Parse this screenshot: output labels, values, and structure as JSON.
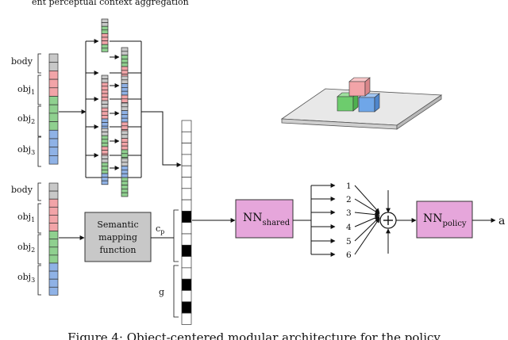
{
  "header_fragment": "ent perceptual context aggregation",
  "state_labels": {
    "body": "body",
    "obj": "obj",
    "sub1": "1",
    "sub2": "2",
    "sub3": "3"
  },
  "semantic_box": {
    "line1": "Semantic",
    "line2": "mapping",
    "line3": "function"
  },
  "cp_label": "c",
  "cp_sub": "p",
  "g_label": "g",
  "nn_shared": {
    "main": "NN",
    "sub": "shared"
  },
  "nn_policy": {
    "main": "NN",
    "sub": "policy"
  },
  "module_outputs": [
    "1",
    "2",
    "3",
    "4",
    "5",
    "6"
  ],
  "sum_symbol": "+",
  "action_label": "a",
  "caption": "Figure 4: Object-centered modular architecture for the policy",
  "colors": {
    "body": "#c8c8c8",
    "obj1": "#f2a4a8",
    "obj2": "#8fd08f",
    "obj3": "#8fb2e6",
    "nn_box": "#e6a6db",
    "semantic_box": "#c8c8c8",
    "table_top": "#e8e8e8",
    "cube_red": "#f2a4a8",
    "cube_green": "#6dcc6d",
    "cube_blue": "#6fa6e8"
  }
}
